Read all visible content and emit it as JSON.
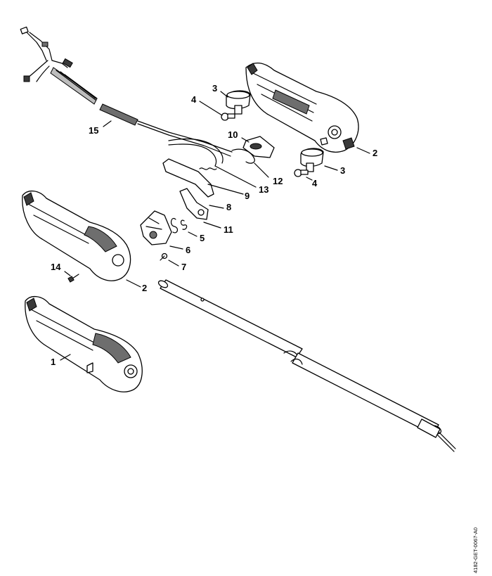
{
  "labels": {
    "l1": "1",
    "l2a": "2",
    "l2b": "2",
    "l3a": "3",
    "l3b": "3",
    "l4a": "4",
    "l4b": "4",
    "l5": "5",
    "l6": "6",
    "l7": "7",
    "l8": "8",
    "l9": "9",
    "l10": "10",
    "l11": "11",
    "l12": "12",
    "l13": "13",
    "l14": "14",
    "l15": "15"
  },
  "doc_code": "4182-GET-0067-A0"
}
